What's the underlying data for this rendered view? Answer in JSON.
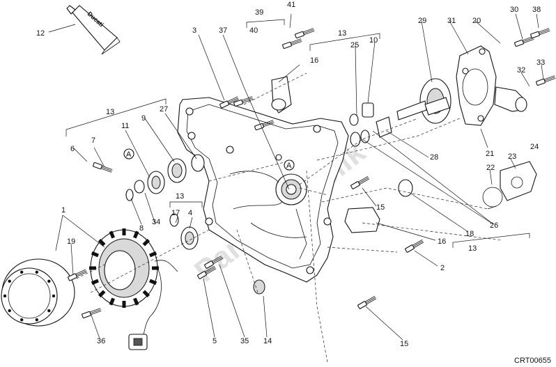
{
  "diagram": {
    "drawing_code": "CRT00655",
    "watermark": "PartsRepublik",
    "marker_letter": "A",
    "tube_brand": "Ducati",
    "callouts": [
      {
        "id": "c1",
        "text": "1"
      },
      {
        "id": "c2",
        "text": "2"
      },
      {
        "id": "c3",
        "text": "3"
      },
      {
        "id": "c4",
        "text": "4"
      },
      {
        "id": "c5",
        "text": "5"
      },
      {
        "id": "c6",
        "text": "6"
      },
      {
        "id": "c7",
        "text": "7"
      },
      {
        "id": "c8",
        "text": "8"
      },
      {
        "id": "c9",
        "text": "9"
      },
      {
        "id": "c10",
        "text": "10"
      },
      {
        "id": "c11",
        "text": "11"
      },
      {
        "id": "c12",
        "text": "12"
      },
      {
        "id": "c13a",
        "text": "13"
      },
      {
        "id": "c13b",
        "text": "13"
      },
      {
        "id": "c13c",
        "text": "13"
      },
      {
        "id": "c13d",
        "text": "13"
      },
      {
        "id": "c14",
        "text": "14"
      },
      {
        "id": "c15a",
        "text": "15"
      },
      {
        "id": "c15b",
        "text": "15"
      },
      {
        "id": "c16a",
        "text": "16"
      },
      {
        "id": "c16b",
        "text": "16"
      },
      {
        "id": "c17",
        "text": "17"
      },
      {
        "id": "c18",
        "text": "18"
      },
      {
        "id": "c19",
        "text": "19"
      },
      {
        "id": "c20",
        "text": "20"
      },
      {
        "id": "c21",
        "text": "21"
      },
      {
        "id": "c22",
        "text": "22"
      },
      {
        "id": "c23",
        "text": "23"
      },
      {
        "id": "c24",
        "text": "24"
      },
      {
        "id": "c25",
        "text": "25"
      },
      {
        "id": "c26",
        "text": "26"
      },
      {
        "id": "c27",
        "text": "27"
      },
      {
        "id": "c28",
        "text": "28"
      },
      {
        "id": "c29",
        "text": "29"
      },
      {
        "id": "c30",
        "text": "30"
      },
      {
        "id": "c31",
        "text": "31"
      },
      {
        "id": "c32",
        "text": "32"
      },
      {
        "id": "c33",
        "text": "33"
      },
      {
        "id": "c34",
        "text": "34"
      },
      {
        "id": "c35",
        "text": "35"
      },
      {
        "id": "c36",
        "text": "36"
      },
      {
        "id": "c37",
        "text": "37"
      },
      {
        "id": "c38",
        "text": "38"
      },
      {
        "id": "c39",
        "text": "39"
      },
      {
        "id": "c40",
        "text": "40"
      },
      {
        "id": "c41",
        "text": "41"
      }
    ]
  }
}
